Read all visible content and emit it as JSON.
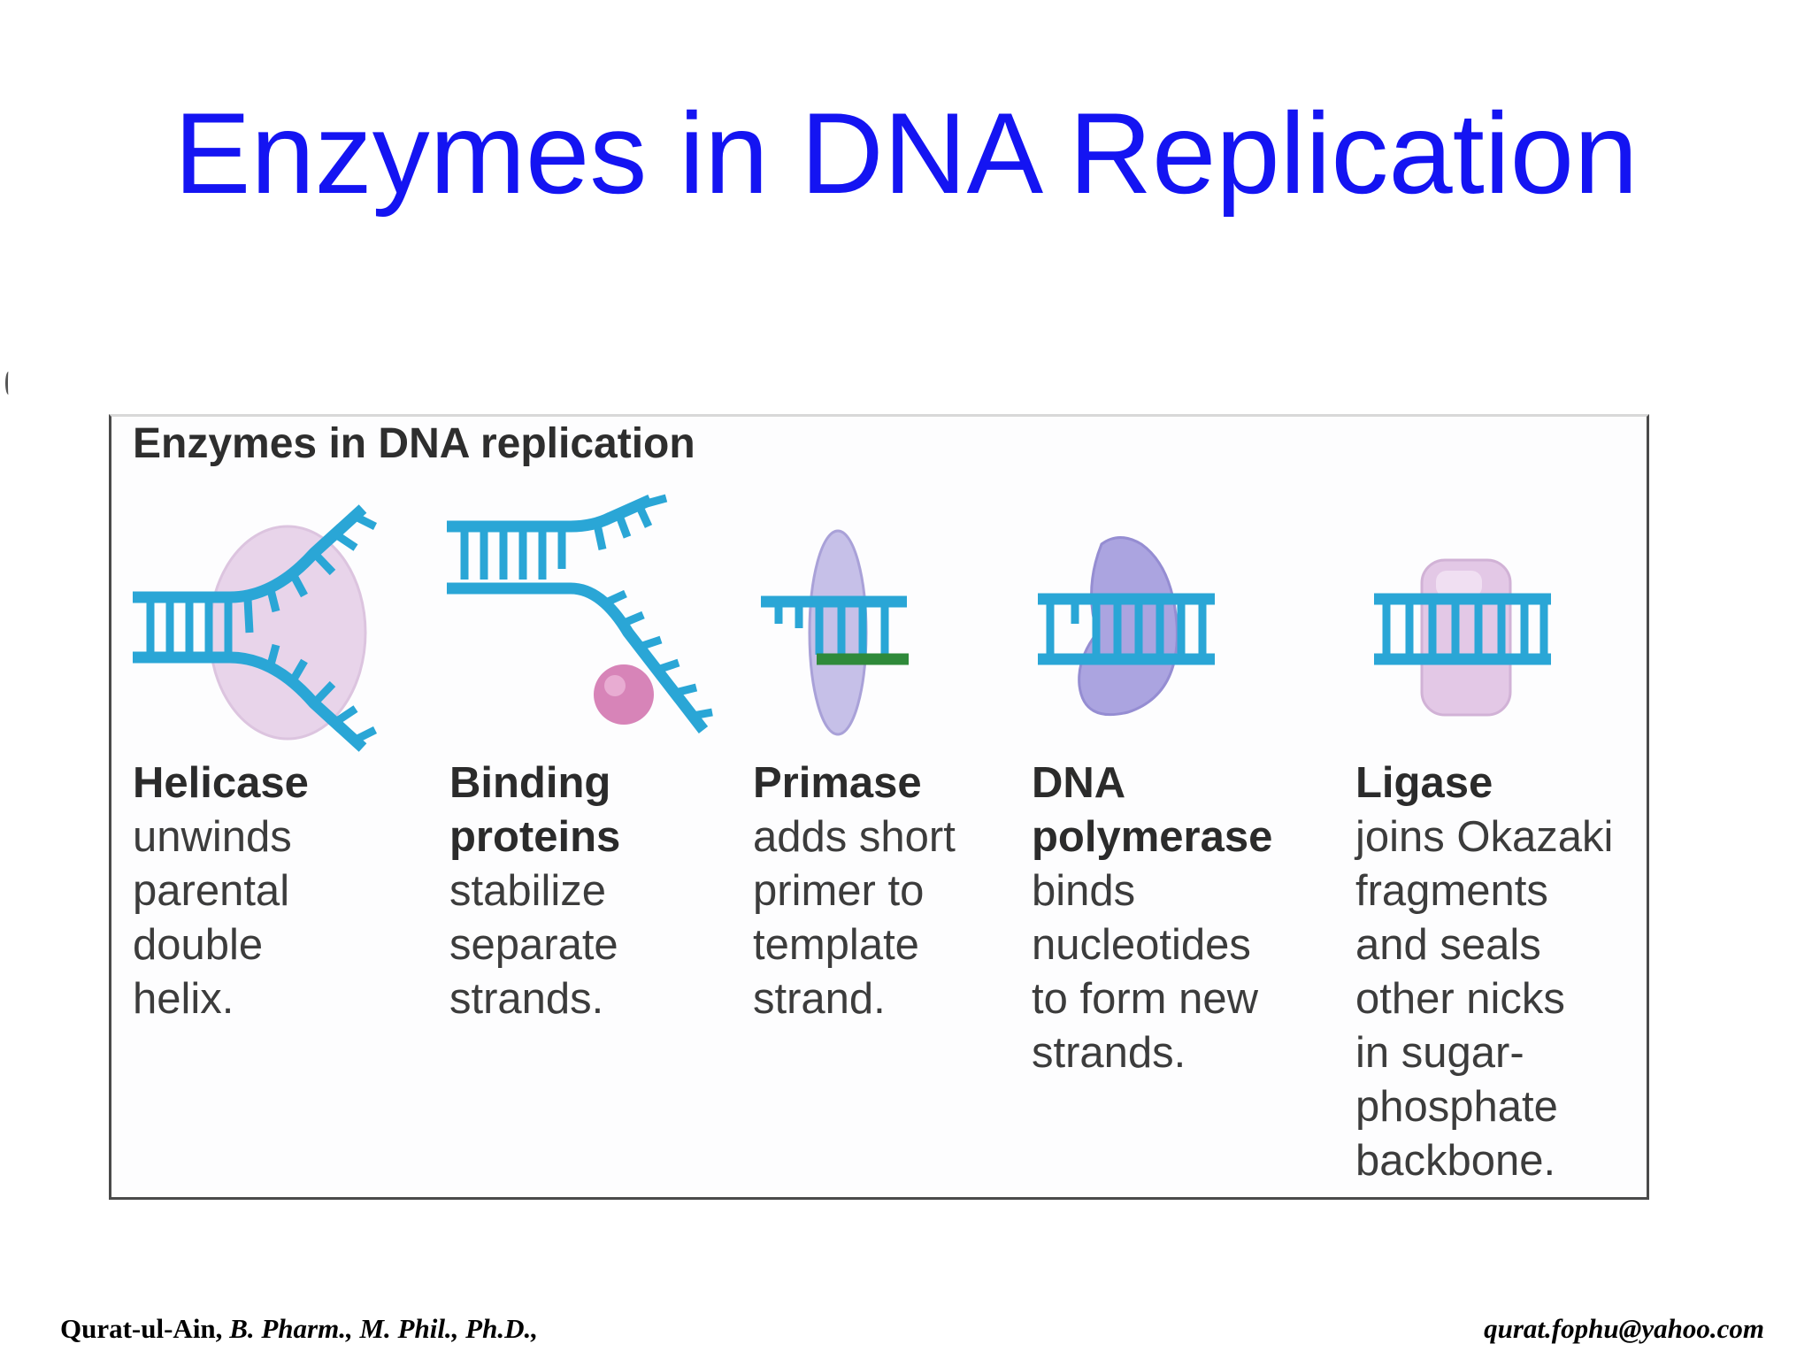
{
  "slide": {
    "title": "Enzymes in DNA Replication"
  },
  "figure": {
    "title": "Enzymes in DNA replication",
    "colors": {
      "dna": "#2aa6d6",
      "primer": "#2f8a3a",
      "helicase": "#e6d2e8",
      "binding_protein": "#d680b6",
      "primase": "#c3bde6",
      "polymerase": "#aaa3df",
      "ligase": "#e4c8e6"
    },
    "enzymes": [
      {
        "name": "Helicase",
        "description": [
          "unwinds",
          "parental",
          "double",
          "helix."
        ]
      },
      {
        "name": [
          "Binding",
          "proteins"
        ],
        "description": [
          "stabilize",
          "separate",
          "strands."
        ]
      },
      {
        "name": "Primase",
        "description": [
          "adds short",
          "primer to",
          "template",
          "strand."
        ]
      },
      {
        "name": [
          "DNA",
          "polymerase"
        ],
        "description": [
          "binds",
          "nucleotides",
          "to form new",
          "strands."
        ]
      },
      {
        "name": "Ligase",
        "description": [
          "joins Okazaki",
          "fragments",
          "and seals",
          "other nicks",
          "in sugar-",
          "phosphate",
          "backbone."
        ]
      }
    ]
  },
  "footer": {
    "author": "Qurat-ul-Ain,",
    "credentials": "B. Pharm., M. Phil., Ph.D.,",
    "email": "qurat.fophu@yahoo.com"
  }
}
